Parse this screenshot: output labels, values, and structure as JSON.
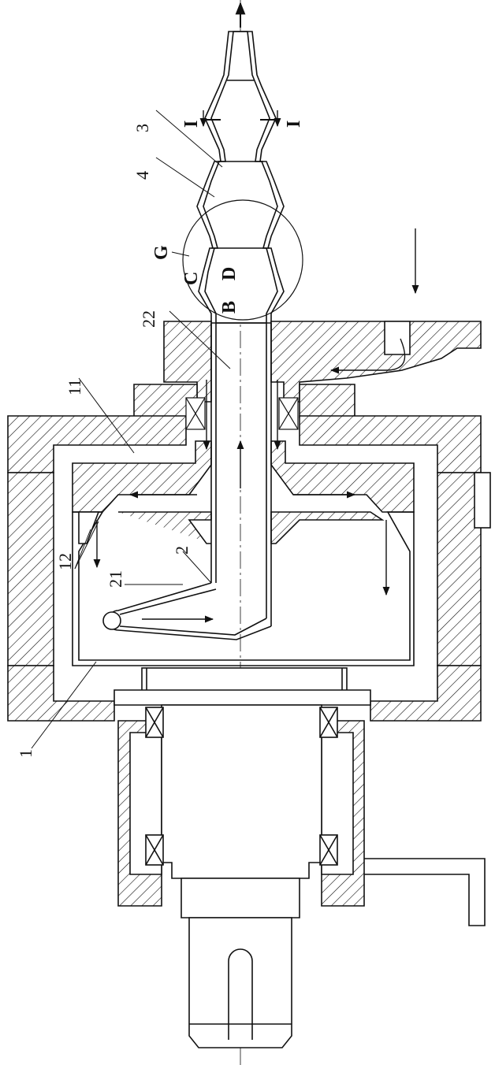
{
  "labels": {
    "part_1": "1",
    "part_2": "2",
    "part_3": "3",
    "part_4": "4",
    "part_11": "11",
    "part_12": "12",
    "part_21": "21",
    "part_22": "22",
    "detail_g": "G",
    "point_b": "B",
    "point_c": "C",
    "point_d": "D",
    "section_left": "I",
    "section_right": "I"
  },
  "colors": {
    "line": "#111111",
    "background": "#ffffff"
  }
}
